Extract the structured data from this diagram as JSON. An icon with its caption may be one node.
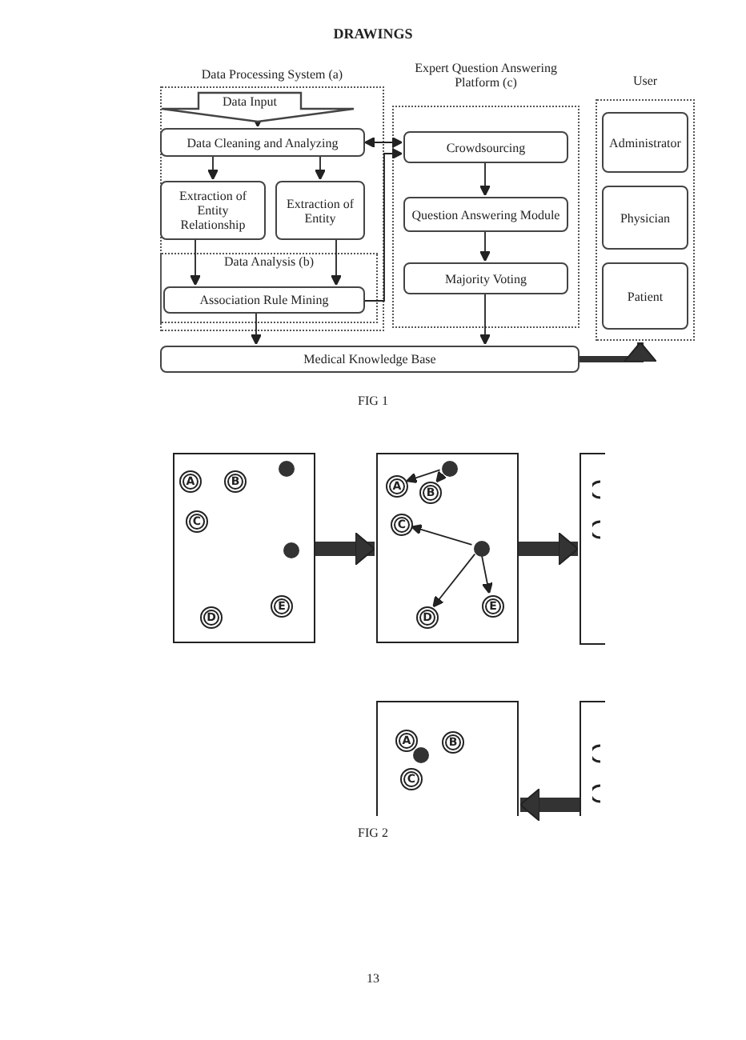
{
  "diagram": {
    "title": "DRAWINGS",
    "nodes": [
      {
        "text": [
          "Data Processing System (a)"
        ]
      },
      {
        "text": [
          "Data Input"
        ],
        "in": 0
      },
      {
        "text": [
          "Data Cleaning and Analyzing"
        ],
        "in": 0
      },
      {
        "text": [
          "Extraction of Entity Relationship"
        ],
        "in": 0
      },
      {
        "text": [
          "Extraction of Entity"
        ],
        "in": 0
      },
      {
        "text": [
          "Data Analysis (b)"
        ],
        "in": 0
      },
      {
        "text": [
          "Association Rule Mining"
        ],
        "in": 5
      },
      {
        "text": [
          "Expert Question Answering Platform (c)"
        ]
      },
      {
        "text": [
          "Crowdsourcing"
        ],
        "in": 7
      },
      {
        "text": [
          "Question Answering Module"
        ],
        "in": 7
      },
      {
        "text": [
          "Majority Voting"
        ],
        "in": 7
      },
      {
        "text": [
          "User"
        ]
      },
      {
        "text": [
          "Administrator"
        ],
        "in": 11
      },
      {
        "text": [
          "Physician"
        ],
        "in": 11
      },
      {
        "text": [
          "Patient"
        ],
        "in": 11
      },
      {
        "text": [
          "Medical Knowledge Base"
        ]
      },
      {
        "text": [],
        "shape": "box"
      },
      {
        "text": [
          "A"
        ],
        "in": 16
      },
      {
        "text": [
          "B"
        ],
        "in": 16
      },
      {
        "text": [],
        "shape": "circle",
        "in": 16
      },
      {
        "text": [
          "C"
        ],
        "in": 16
      },
      {
        "text": [],
        "shape": "circle",
        "in": 16
      },
      {
        "text": [
          "D"
        ],
        "in": 16
      },
      {
        "text": [
          "E"
        ],
        "in": 16
      },
      {
        "text": [],
        "shape": "box"
      },
      {
        "text": [
          "A"
        ],
        "in": 24
      },
      {
        "text": [
          "B"
        ],
        "in": 24
      },
      {
        "text": [],
        "shape": "circle",
        "in": 24
      },
      {
        "text": [
          "C"
        ],
        "in": 24
      },
      {
        "text": [],
        "shape": "circle",
        "in": 24
      },
      {
        "text": [
          "D"
        ],
        "in": 24
      },
      {
        "text": [
          "E"
        ],
        "in": 24
      },
      {
        "text": [],
        "shape": "box"
      },
      {
        "text": [],
        "shape": "box"
      },
      {
        "text": [
          "A"
        ],
        "in": 33
      },
      {
        "text": [
          "B"
        ],
        "in": 33
      },
      {
        "text": [],
        "shape": "circle",
        "in": 33
      },
      {
        "text": [
          "C"
        ],
        "in": 33
      },
      {
        "text": [],
        "shape": "box"
      }
    ],
    "edges": [
      {
        "from": 1,
        "to": 2,
        "arrow": "to"
      },
      {
        "from": 2,
        "to": 3,
        "arrow": "to"
      },
      {
        "from": 2,
        "to": 4,
        "arrow": "to"
      },
      {
        "from": 3,
        "to": 6,
        "arrow": "to"
      },
      {
        "from": 4,
        "to": 6,
        "arrow": "to"
      },
      {
        "from": 6,
        "to": 15,
        "arrow": "to"
      },
      {
        "from": 2,
        "to": 8,
        "arrow": "both"
      },
      {
        "from": 6,
        "to": 8,
        "arrow": "to"
      },
      {
        "from": 8,
        "to": 9,
        "arrow": "to"
      },
      {
        "from": 9,
        "to": 10,
        "arrow": "to"
      },
      {
        "from": 10,
        "to": 15,
        "arrow": "to"
      },
      {
        "from": 15,
        "to": 11,
        "arrow": "to",
        "style": "thick"
      },
      {
        "from": 16,
        "to": 24,
        "arrow": "to",
        "style": "thick"
      },
      {
        "from": 24,
        "to": 32,
        "arrow": "to",
        "style": "thick"
      },
      {
        "from": 38,
        "to": 33,
        "arrow": "to",
        "style": "thick"
      },
      {
        "from": 27,
        "to": 25,
        "arrow": "to"
      },
      {
        "from": 27,
        "to": 26,
        "arrow": "to"
      },
      {
        "from": 29,
        "to": 28,
        "arrow": "to"
      },
      {
        "from": 29,
        "to": 30,
        "arrow": "to"
      },
      {
        "from": 29,
        "to": 31,
        "arrow": "to"
      }
    ],
    "labels": [
      "FIG 1",
      "FIG 2",
      "13"
    ]
  }
}
